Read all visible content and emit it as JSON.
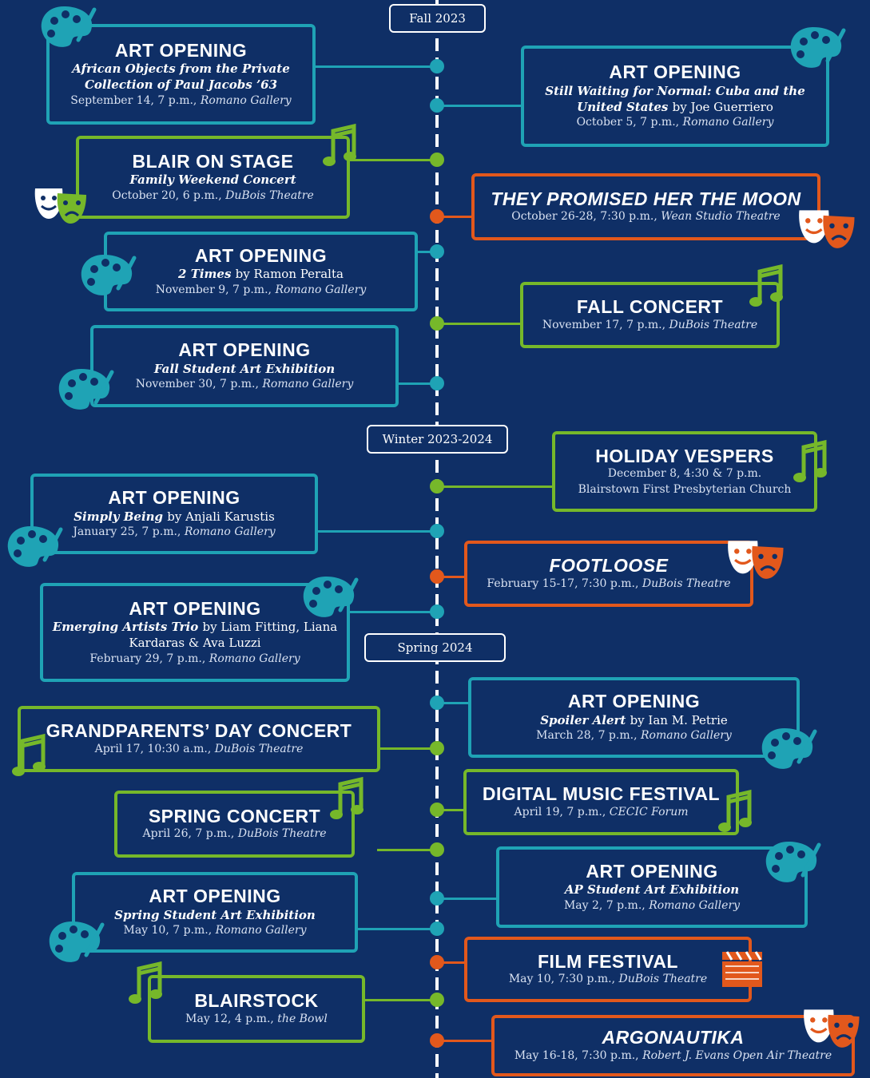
{
  "colors": {
    "background": "#0f2f66",
    "art": "#1fa3b5",
    "music": "#76b82a",
    "theatre": "#e2581c"
  },
  "seasons": [
    {
      "label": "Fall 2023"
    },
    {
      "label": "Winter 2023-2024"
    },
    {
      "label": "Spring 2024"
    }
  ],
  "events": [
    {
      "category": "art",
      "icon": "palette-icon",
      "title": "ART OPENING",
      "subtitle": "African Objects from the Private Collection of Paul Jacobs ’63",
      "date": "September 14, 7 p.m.,",
      "location": "Romano Gallery"
    },
    {
      "category": "art",
      "icon": "palette-icon",
      "title": "ART OPENING",
      "subtitle": "Still Waiting for Normal: Cuba and the United States",
      "subtitle_by": "by Joe Guerriero",
      "date": "October 5, 7 p.m.,",
      "location": "Romano Gallery"
    },
    {
      "category": "music",
      "icon": "theatre-masks-icon",
      "title": "BLAIR ON STAGE",
      "subtitle": "Family Weekend Concert",
      "date": "October 20, 6 p.m.,",
      "location": "DuBois Theatre"
    },
    {
      "category": "theatre",
      "icon": "theatre-masks-icon",
      "title": "THEY PROMISED HER THE MOON",
      "date": "October 26-28, 7:30 p.m.,",
      "location": "Wean Studio Theatre"
    },
    {
      "category": "art",
      "icon": "palette-icon",
      "title": "ART OPENING",
      "subtitle": "2 Times",
      "subtitle_by": "by Ramon Peralta",
      "date": "November 9, 7 p.m.,",
      "location": "Romano Gallery"
    },
    {
      "category": "music",
      "icon": "music-note-icon",
      "title": "FALL CONCERT",
      "date": "November 17, 7 p.m.,",
      "location": "DuBois Theatre"
    },
    {
      "category": "art",
      "icon": "palette-icon",
      "title": "ART OPENING",
      "subtitle": "Fall Student Art Exhibition",
      "date": "November 30, 7 p.m.,",
      "location": "Romano Gallery"
    },
    {
      "category": "music",
      "icon": "music-note-icon",
      "title": "HOLIDAY VESPERS",
      "date": "December 8, 4:30 & 7 p.m.",
      "location": "Blairstown First Presbyterian Church"
    },
    {
      "category": "art",
      "icon": "palette-icon",
      "title": "ART OPENING",
      "subtitle": "Simply Being",
      "subtitle_by": "by Anjali Karustis",
      "date": "January 25, 7 p.m.,",
      "location": "Romano Gallery"
    },
    {
      "category": "theatre",
      "icon": "theatre-masks-icon",
      "title": "FOOTLOOSE",
      "date": "February 15-17, 7:30 p.m.,",
      "location": "DuBois Theatre"
    },
    {
      "category": "art",
      "icon": "palette-icon",
      "title": "ART OPENING",
      "subtitle": "Emerging Artists Trio",
      "subtitle_by": "by Liam Fitting, Liana Kardaras & Ava Luzzi",
      "date": "February 29, 7 p.m.,",
      "location": "Romano Gallery"
    },
    {
      "category": "art",
      "icon": "palette-icon",
      "title": "ART OPENING",
      "subtitle": "Spoiler Alert",
      "subtitle_by": "by Ian M. Petrie",
      "date": "March 28, 7 p.m.,",
      "location": "Romano Gallery"
    },
    {
      "category": "music",
      "icon": "music-note-icon",
      "title": "GRANDPARENTS’ DAY CONCERT",
      "date": "April 17, 10:30 a.m.,",
      "location": "DuBois Theatre"
    },
    {
      "category": "music",
      "icon": "music-note-icon",
      "title": "DIGITAL MUSIC FESTIVAL",
      "date": "April 19, 7 p.m.,",
      "location": "CECIC Forum"
    },
    {
      "category": "music",
      "icon": "music-note-icon",
      "title": "SPRING CONCERT",
      "date": "April 26, 7 p.m.,",
      "location": "DuBois Theatre"
    },
    {
      "category": "art",
      "icon": "palette-icon",
      "title": "ART OPENING",
      "subtitle": "AP Student Art Exhibition",
      "date": "May 2, 7 p.m.,",
      "location": "Romano Gallery"
    },
    {
      "category": "art",
      "icon": "palette-icon",
      "title": "ART OPENING",
      "subtitle": "Spring Student Art Exhibition",
      "date": "May 10, 7 p.m.,",
      "location": "Romano Gallery"
    },
    {
      "category": "theatre",
      "icon": "clapperboard-icon",
      "title": "FILM FESTIVAL",
      "date": "May 10, 7:30 p.m.,",
      "location": "DuBois Theatre"
    },
    {
      "category": "music",
      "icon": "music-note-icon",
      "title": "BLAIRSTOCK",
      "date": "May 12, 4 p.m.,",
      "location": "the Bowl"
    },
    {
      "category": "theatre",
      "icon": "theatre-masks-icon",
      "title": "ARGONAUTIKA",
      "date": "May 16-18, 7:30 p.m.,",
      "location": "Robert J. Evans Open Air Theatre"
    }
  ]
}
